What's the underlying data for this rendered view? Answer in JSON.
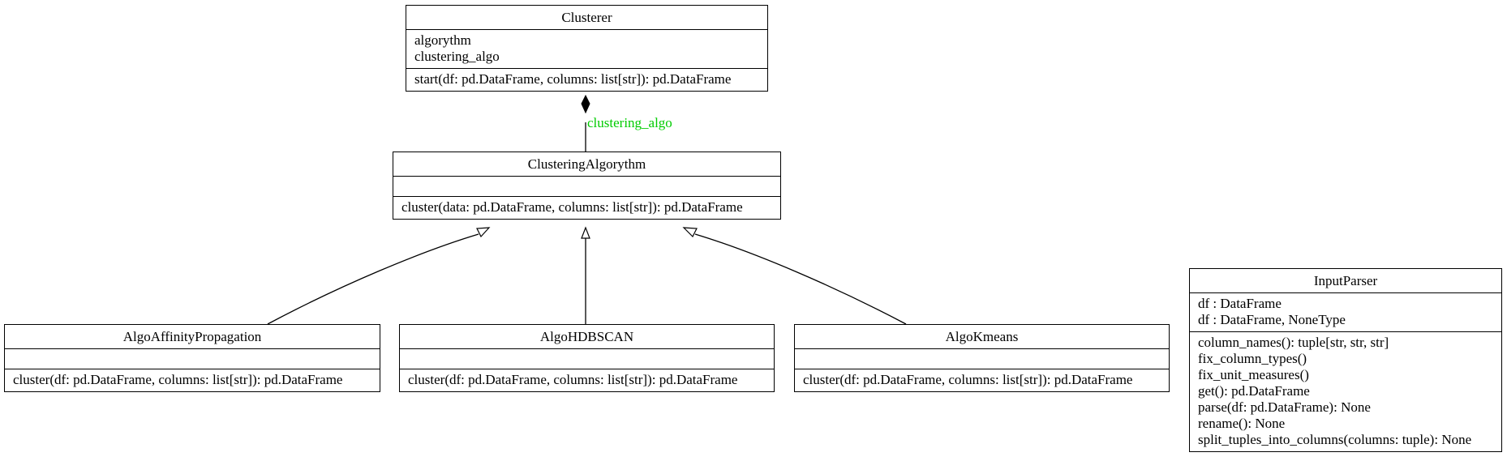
{
  "classes": {
    "clusterer": {
      "name": "Clusterer",
      "attributes": [
        "algorythm",
        "clustering_algo"
      ],
      "methods": [
        "start(df: pd.DataFrame, columns: list[str]): pd.DataFrame"
      ]
    },
    "clustering_algorythm": {
      "name": "ClusteringAlgorythm",
      "attributes": [],
      "methods": [
        "cluster(data: pd.DataFrame, columns: list[str]): pd.DataFrame"
      ]
    },
    "algo_affinity": {
      "name": "AlgoAffinityPropagation",
      "attributes": [],
      "methods": [
        "cluster(df: pd.DataFrame, columns: list[str]): pd.DataFrame"
      ]
    },
    "algo_hdbscan": {
      "name": "AlgoHDBSCAN",
      "attributes": [],
      "methods": [
        "cluster(df: pd.DataFrame, columns: list[str]): pd.DataFrame"
      ]
    },
    "algo_kmeans": {
      "name": "AlgoKmeans",
      "attributes": [],
      "methods": [
        "cluster(df: pd.DataFrame, columns: list[str]): pd.DataFrame"
      ]
    },
    "input_parser": {
      "name": "InputParser",
      "attributes": [
        "df : DataFrame",
        "df : DataFrame, NoneType"
      ],
      "methods": [
        "column_names(): tuple[str, str, str]",
        "fix_column_types()",
        "fix_unit_measures()",
        "get(): pd.DataFrame",
        "parse(df: pd.DataFrame): None",
        "rename(): None",
        "split_tuples_into_columns(columns: tuple): None"
      ]
    }
  },
  "relations": {
    "composition_label": "clustering_algo"
  },
  "colors": {
    "line": "#000000",
    "composition_label": "#00cc00",
    "background": "#ffffff"
  }
}
